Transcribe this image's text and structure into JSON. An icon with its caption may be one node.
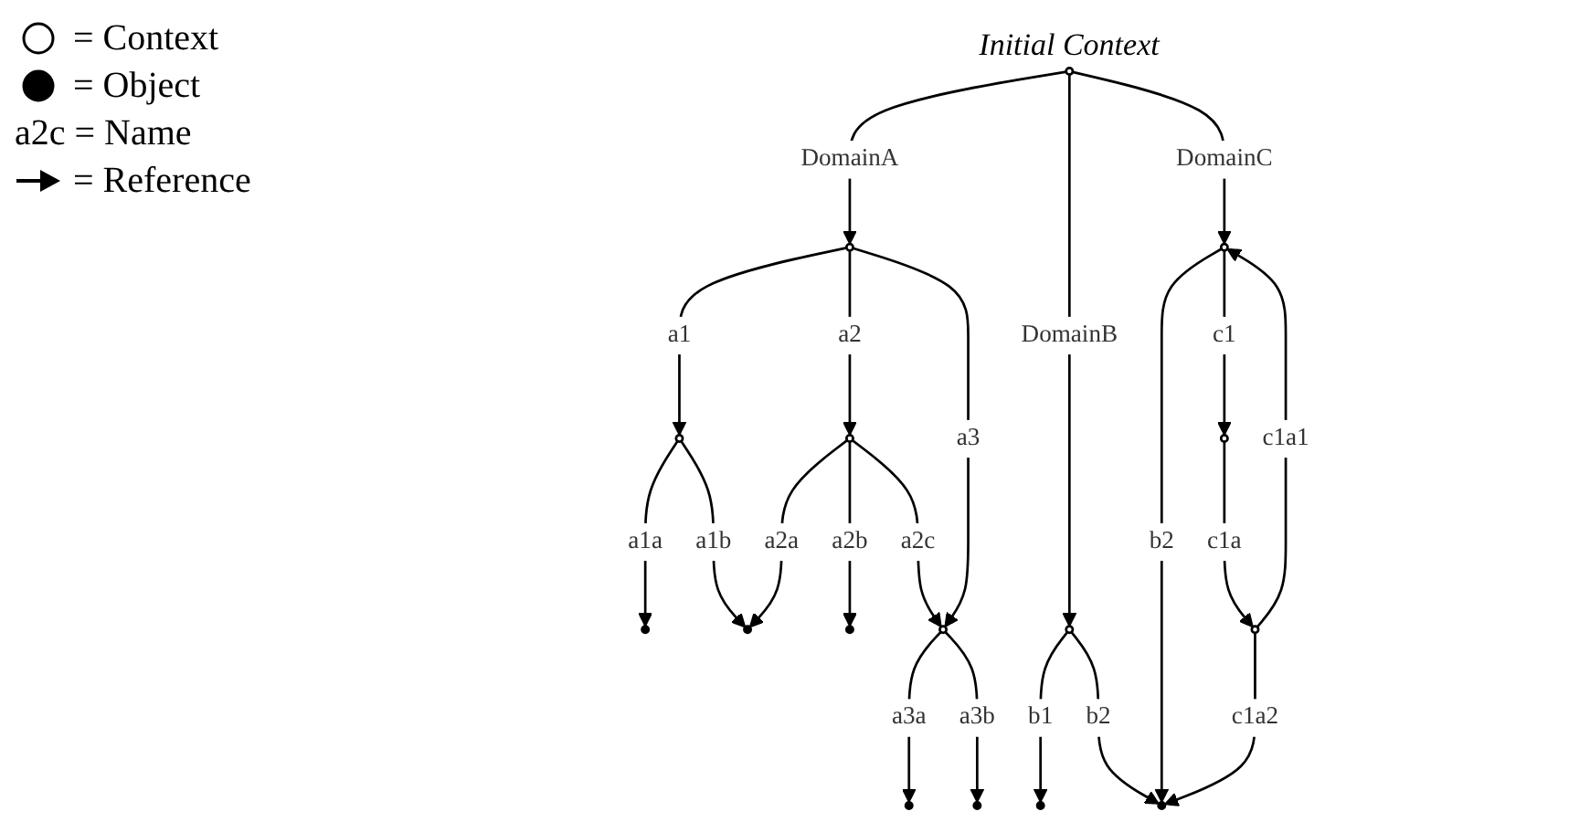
{
  "diagram": {
    "nodes": [
      {
        "text": [],
        "shape": "circle",
        "beside": [
          "Initial Context"
        ]
      },
      {
        "text": [],
        "shape": "circle"
      },
      {
        "text": [],
        "shape": "circle"
      },
      {
        "text": [],
        "shape": "circle"
      },
      {
        "text": [],
        "shape": "circle"
      },
      {
        "text": [],
        "shape": "circle"
      },
      {
        "text": [],
        "shape": "circle"
      },
      {
        "text": [],
        "shape": "circle"
      },
      {
        "text": [],
        "shape": "circle"
      },
      {
        "text": [],
        "shape": "circle"
      },
      {
        "text": [],
        "shape": "circle"
      },
      {
        "text": [],
        "shape": "circle"
      },
      {
        "text": [],
        "shape": "circle"
      },
      {
        "text": [],
        "shape": "circle"
      },
      {
        "text": [],
        "shape": "circle"
      },
      {
        "text": [],
        "shape": "circle"
      }
    ],
    "edges": [
      {
        "from": 0,
        "to": 1,
        "arrow": "to",
        "label": "DomainA"
      },
      {
        "from": 0,
        "to": 2,
        "arrow": "to",
        "label": "DomainB"
      },
      {
        "from": 0,
        "to": 3,
        "arrow": "to",
        "label": "DomainC"
      },
      {
        "from": 1,
        "to": 4,
        "arrow": "to",
        "label": "a1"
      },
      {
        "from": 1,
        "to": 5,
        "arrow": "to",
        "label": "a2"
      },
      {
        "from": 1,
        "to": 6,
        "arrow": "to",
        "label": "a3"
      },
      {
        "from": 2,
        "to": 7,
        "arrow": "to",
        "label": "b1"
      },
      {
        "from": 2,
        "to": 8,
        "arrow": "to",
        "label": "b2"
      },
      {
        "from": 3,
        "to": 8,
        "arrow": "to",
        "label": "b2"
      },
      {
        "from": 3,
        "to": 9,
        "arrow": "to",
        "label": "c1"
      },
      {
        "from": 4,
        "to": 10,
        "arrow": "to",
        "label": "a1a"
      },
      {
        "from": 4,
        "to": 11,
        "arrow": "to",
        "label": "a1b"
      },
      {
        "from": 5,
        "to": 11,
        "arrow": "to",
        "label": "a2a"
      },
      {
        "from": 5,
        "to": 12,
        "arrow": "to",
        "label": "a2b"
      },
      {
        "from": 5,
        "to": 6,
        "arrow": "to",
        "label": "a2c"
      },
      {
        "from": 6,
        "to": 13,
        "arrow": "to",
        "label": "a3a"
      },
      {
        "from": 6,
        "to": 14,
        "arrow": "to",
        "label": "a3b"
      },
      {
        "from": 9,
        "to": 15,
        "arrow": "to",
        "label": "c1a"
      },
      {
        "from": 15,
        "to": 3,
        "arrow": "to",
        "label": "c1a1"
      },
      {
        "from": 15,
        "to": 8,
        "arrow": "to",
        "label": "c1a2"
      }
    ],
    "legend": [
      {
        "text": "= Context"
      },
      {
        "text": "= Object"
      },
      {
        "text": "a2c = Name"
      },
      {
        "text": "= Reference"
      }
    ]
  }
}
